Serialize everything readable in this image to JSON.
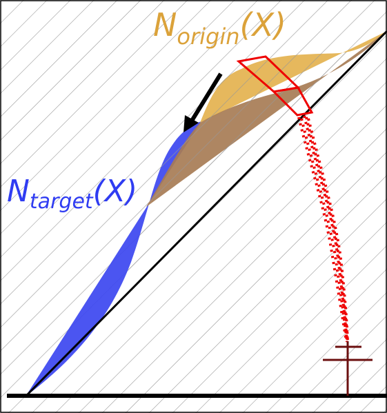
{
  "labels": {
    "origin": {
      "main": "N",
      "sub": "origin",
      "tail": "(X)"
    },
    "target": {
      "main": "N",
      "sub": "target",
      "tail": "(X)"
    }
  },
  "colors": {
    "origin_fill": "#e3b04b",
    "target_fill": "#3c46f0",
    "overlap_fill": "#b08560",
    "origin_text": "#dba23a",
    "target_text": "#2f3cf2",
    "hatch": "#9a9a9a",
    "red": "#ee0000",
    "dark_red": "#6b0f0f",
    "black": "#000000"
  }
}
